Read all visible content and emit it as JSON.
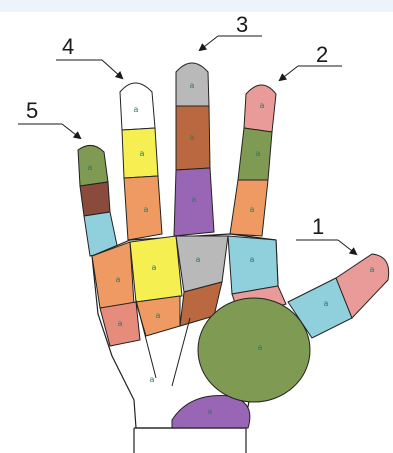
{
  "finger_labels": [
    {
      "id": "thumb",
      "text": "1"
    },
    {
      "id": "index",
      "text": "2"
    },
    {
      "id": "middle",
      "text": "3"
    },
    {
      "id": "ring",
      "text": "4"
    },
    {
      "id": "little",
      "text": "5"
    }
  ],
  "colors": {
    "pink": "#e89b98",
    "olive": "#7f9a52",
    "orange": "#ef9a63",
    "lightblue": "#8fd0dc",
    "grey": "#b9b9b9",
    "brown": "#b9683f",
    "purple": "#9966b5",
    "darkbrown": "#8a4a3c",
    "yellow": "#f5ef52",
    "salmon": "#e58c7c",
    "white": "#ffffff",
    "outline": "#222222"
  }
}
